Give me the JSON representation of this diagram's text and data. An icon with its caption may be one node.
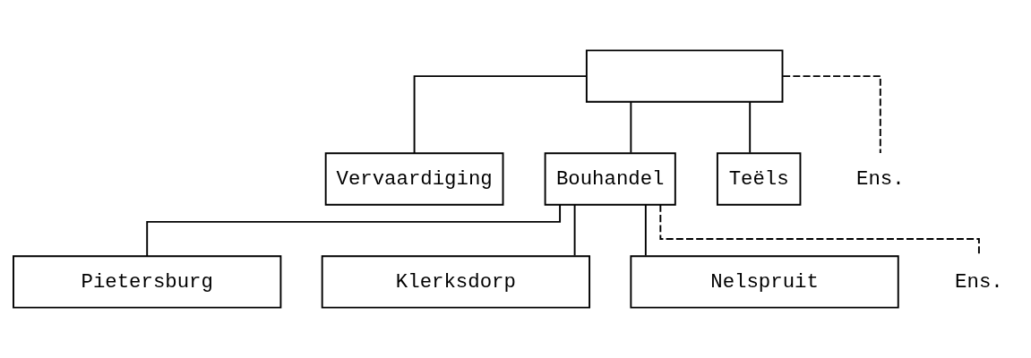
{
  "diagram": {
    "nodes": [
      {
        "text": [],
        "shape": "box"
      },
      {
        "text": [
          "Vervaardiging"
        ]
      },
      {
        "text": [
          "Bouhandel"
        ]
      },
      {
        "text": [
          "Teëls"
        ]
      },
      {
        "text": [
          "Ens."
        ]
      },
      {
        "text": [
          "Pietersburg"
        ]
      },
      {
        "text": [
          "Klerksdorp"
        ]
      },
      {
        "text": [
          "Nelspruit"
        ]
      },
      {
        "text": [
          "Ens."
        ]
      }
    ],
    "edges": [
      {
        "from": 0,
        "to": 1,
        "arrow": "none"
      },
      {
        "from": 0,
        "to": 2,
        "arrow": "none"
      },
      {
        "from": 0,
        "to": 3,
        "arrow": "none"
      },
      {
        "from": 0,
        "to": 4,
        "arrow": "none",
        "style": "dashed"
      },
      {
        "from": 2,
        "to": 5,
        "arrow": "none"
      },
      {
        "from": 2,
        "to": 6,
        "arrow": "none"
      },
      {
        "from": 2,
        "to": 7,
        "arrow": "none"
      },
      {
        "from": 2,
        "to": 8,
        "arrow": "none",
        "style": "dashed"
      }
    ]
  }
}
